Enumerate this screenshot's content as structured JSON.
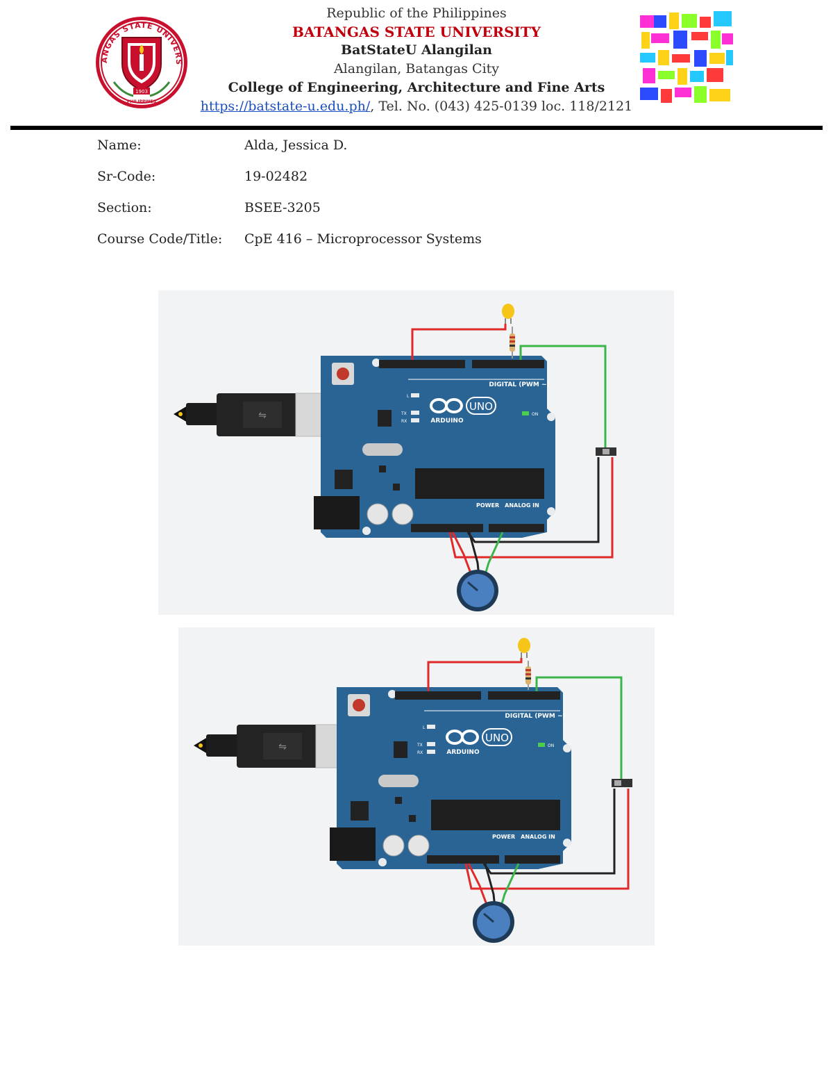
{
  "header": {
    "line1": "Republic of the Philippines",
    "line2": "BATANGAS STATE UNIVERSITY",
    "line3": "BatStateU Alangilan",
    "line4": "Alangilan, Batangas City",
    "line5": "College of Engineering, Architecture and Fine Arts",
    "link": "https://batstate-u.edu.ph/",
    "contact": ", Tel. No.  (043) 425-0139 loc. 118/2121",
    "logo_text": "BATANGAS STATE UNIVERSITY",
    "logo_bottom": "PHILIPPINES",
    "logo_year": "1903"
  },
  "info": [
    {
      "label": "Name:",
      "value": "Alda, Jessica D."
    },
    {
      "label": "Sr-Code:",
      "value": "19-02482"
    },
    {
      "label": "Section:",
      "value": "BSEE-3205"
    },
    {
      "label": "Course Code/Title:",
      "value": "CpE 416 – Microprocessor Systems"
    }
  ],
  "board": {
    "uno": "UNO",
    "arduino": "ARDUINO",
    "digital": "DIGITAL (PWM ~)",
    "power": "POWER",
    "analog": "ANALOG IN",
    "on": "ON",
    "tx": "TX",
    "rx": "RX",
    "l": "L"
  },
  "colors": {
    "board": "#2a6495",
    "wire_red": "#e02a2a",
    "wire_green": "#3bb54a",
    "wire_black": "#222222",
    "heading_red": "#c0000c",
    "link_blue": "#1a4fbf",
    "figure_bg": "#f1f3f5"
  }
}
